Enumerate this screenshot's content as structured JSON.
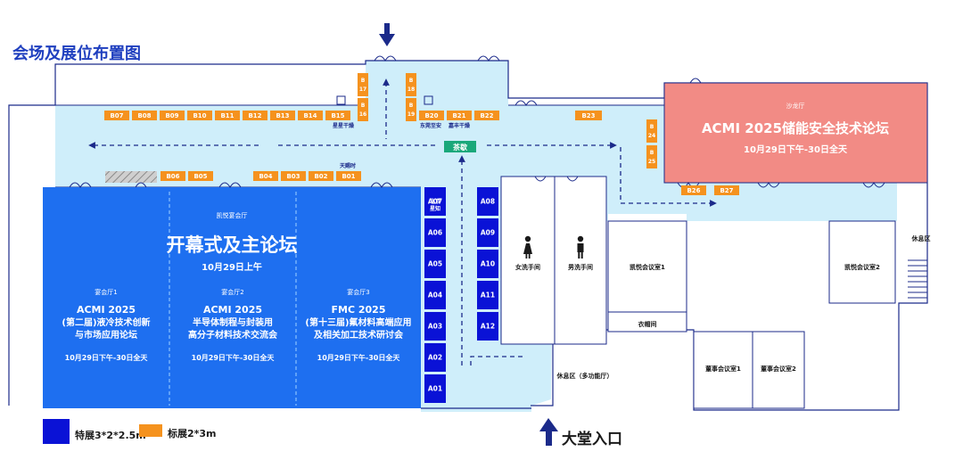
{
  "title": "会场及展位布置图",
  "halls": {
    "main_hall": {
      "name": "凯悦宴会厅",
      "event": "开幕式及主论坛",
      "time": "10月29日上午"
    },
    "ballroom1": {
      "name": "宴会厅1",
      "line1": "ACMI 2025",
      "line2": "(第二届)液冷技术创新",
      "line3": "与市场应用论坛",
      "time": "10月29日下午-30日全天"
    },
    "ballroom2": {
      "name": "宴会厅2",
      "line1": "ACMI 2025",
      "line2": "半导体制程与封装用",
      "line3": "高分子材料技术交流会",
      "time": "10月29日下午-30日全天"
    },
    "ballroom3": {
      "name": "宴会厅3",
      "line1": "FMC 2025",
      "line2": "(第十三届)氟材料高端应用",
      "line3": "及相关加工技术研讨会",
      "time": "10月29日下午-30日全天"
    },
    "salon": {
      "name": "沙龙厅",
      "event": "ACMI 2025储能安全技术论坛",
      "time": "10月29日下午-30日全天"
    }
  },
  "rooms": {
    "women_restroom": "女洗手间",
    "men_restroom": "男洗手间",
    "meeting1": "凯悦会议室1",
    "meeting2": "凯悦会议室2",
    "cloakroom": "衣帽间",
    "board1": "董事会议室1",
    "board2": "董事会议室2",
    "lounge": "休息区",
    "lounge_multi": "休息区（多功能厅）",
    "tea_break": "茶歇"
  },
  "sponsors": {
    "tianci": "天赐时",
    "xingchen": "星星干燥",
    "dongguan": "东莞至安",
    "jiajia": "嘉丰干燥",
    "beijing_line1": "北京",
    "beijing_line2": "星知"
  },
  "booths_top": [
    "B07",
    "B08",
    "B09",
    "B10",
    "B11",
    "B12",
    "B13",
    "B14",
    "B15"
  ],
  "booths_top_right": [
    "B20",
    "B21",
    "B22"
  ],
  "booth_b23": "B23",
  "booths_vertical": {
    "b16": "B 16",
    "b17": "B 17",
    "b18": "B 18",
    "b19": "B 19",
    "b24": "B 24",
    "b25": "B 25"
  },
  "booths_bottom_left": [
    "B06",
    "B05"
  ],
  "booths_bottom_right": [
    "B04",
    "B03",
    "B02",
    "B01"
  ],
  "booths_salon": [
    "B26",
    "B27"
  ],
  "booths_a_left": [
    "A07",
    "A06",
    "A05",
    "A04",
    "A03",
    "A02",
    "A01"
  ],
  "booths_a_right": [
    "A08",
    "A09",
    "A10",
    "A11",
    "A12"
  ],
  "legend": {
    "special": "特展3*2*2.5m",
    "standard": "标展2*3m"
  },
  "entrance": "大堂入口",
  "colors": {
    "special_booth": "#0a12d6",
    "standard_booth": "#f5921e",
    "main_hall": "#1e6ff0",
    "salon": "#f28b85",
    "corridor": "#cfeefa",
    "tea": "#1aa87a"
  }
}
